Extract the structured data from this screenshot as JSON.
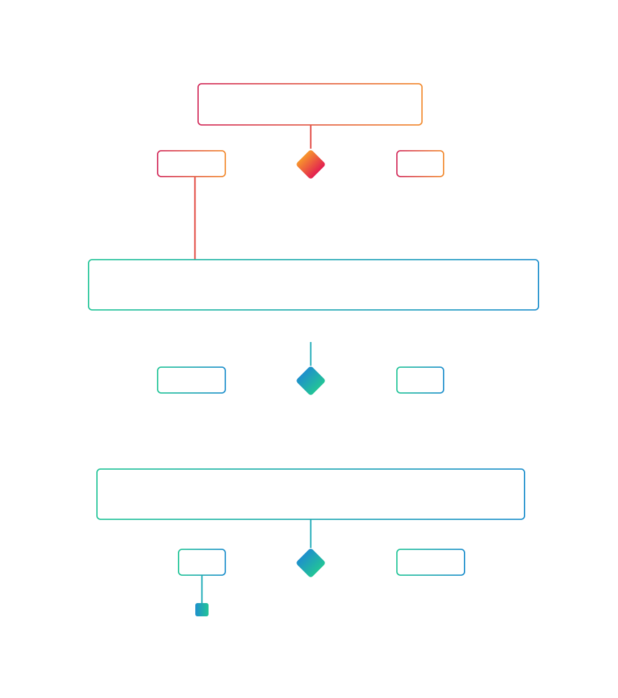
{
  "colors": {
    "warm_red": "#e02a40",
    "warm_orange": "#f28a2e",
    "warm_magenta": "#d22a5a",
    "warm_line": "#e0413a",
    "cool_teal": "#22c497",
    "cool_blue": "#1e8fcc",
    "cool_line": "#1aa9b6",
    "background": "#ffffff"
  },
  "diagram": {
    "nodes": [
      {
        "id": "process-1",
        "shape": "box",
        "theme": "warm",
        "label": ""
      },
      {
        "id": "option-1-left",
        "shape": "box",
        "theme": "warm",
        "label": ""
      },
      {
        "id": "decision-1",
        "shape": "diamond",
        "theme": "warm",
        "label": ""
      },
      {
        "id": "option-1-right",
        "shape": "box",
        "theme": "warm",
        "label": ""
      },
      {
        "id": "process-2",
        "shape": "box",
        "theme": "cool",
        "label": ""
      },
      {
        "id": "option-2-left",
        "shape": "box",
        "theme": "cool",
        "label": ""
      },
      {
        "id": "decision-2",
        "shape": "diamond",
        "theme": "cool",
        "label": ""
      },
      {
        "id": "option-2-right",
        "shape": "box",
        "theme": "cool",
        "label": ""
      },
      {
        "id": "process-3",
        "shape": "box",
        "theme": "cool",
        "label": ""
      },
      {
        "id": "option-3-left",
        "shape": "box",
        "theme": "cool",
        "label": ""
      },
      {
        "id": "decision-3",
        "shape": "diamond",
        "theme": "cool",
        "label": ""
      },
      {
        "id": "option-3-right",
        "shape": "box",
        "theme": "cool",
        "label": ""
      },
      {
        "id": "end-marker",
        "shape": "square",
        "theme": "cool",
        "label": ""
      }
    ],
    "edges": [
      {
        "from": "process-1",
        "to": "decision-1"
      },
      {
        "from": "decision-1",
        "to": "option-1-left"
      },
      {
        "from": "decision-1",
        "to": "option-1-right"
      },
      {
        "from": "option-1-left",
        "to": "process-2"
      },
      {
        "from": "process-2",
        "to": "decision-2"
      },
      {
        "from": "decision-2",
        "to": "option-2-left"
      },
      {
        "from": "decision-2",
        "to": "option-2-right"
      },
      {
        "from": "process-3",
        "to": "decision-3"
      },
      {
        "from": "decision-3",
        "to": "option-3-left"
      },
      {
        "from": "decision-3",
        "to": "option-3-right"
      },
      {
        "from": "option-3-left",
        "to": "end-marker"
      }
    ]
  }
}
